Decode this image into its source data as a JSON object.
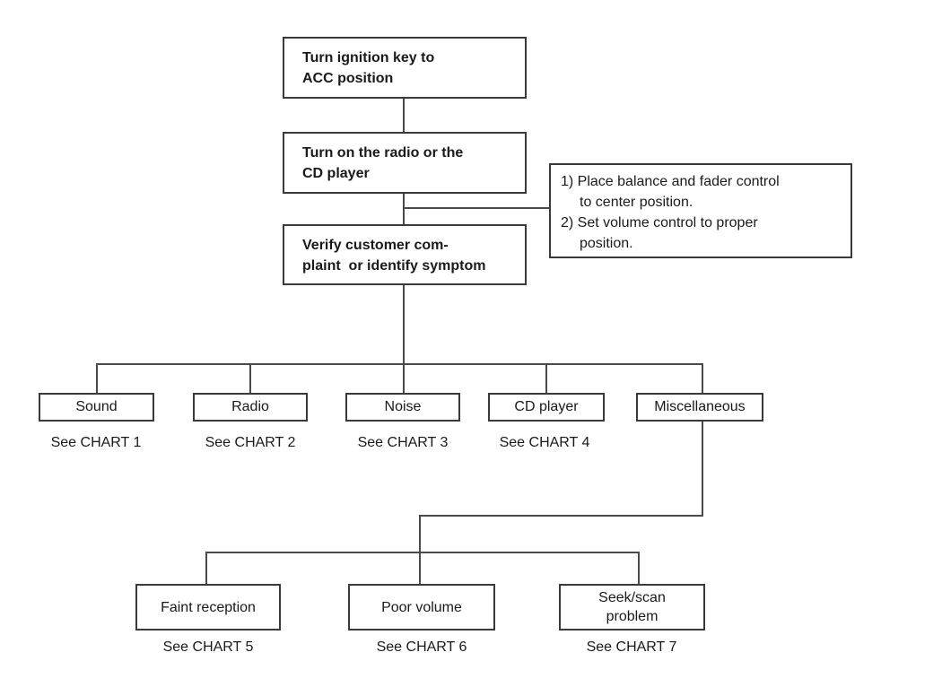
{
  "flowchart": {
    "steps": [
      {
        "text": "Turn ignition key to\nACC position"
      },
      {
        "text": "Turn on the radio or the\nCD player"
      },
      {
        "text": "Verify customer com-\nplaint  or identify symptom"
      }
    ],
    "note": {
      "lines": [
        "1) Place balance and fader control",
        "to center position.",
        "2) Set volume control to proper",
        "position."
      ]
    },
    "symptom_branches": [
      {
        "label": "Sound",
        "see": "See CHART 1"
      },
      {
        "label": "Radio",
        "see": "See CHART 2"
      },
      {
        "label": "Noise",
        "see": "See CHART 3"
      },
      {
        "label": "CD player",
        "see": "See CHART 4"
      },
      {
        "label": "Miscellaneous"
      }
    ],
    "misc_branches": [
      {
        "label": "Faint reception",
        "see": "See CHART 5"
      },
      {
        "label": "Poor volume",
        "see": "See CHART 6"
      },
      {
        "label": "Seek/scan\nproblem",
        "see": "See CHART 7"
      }
    ]
  }
}
